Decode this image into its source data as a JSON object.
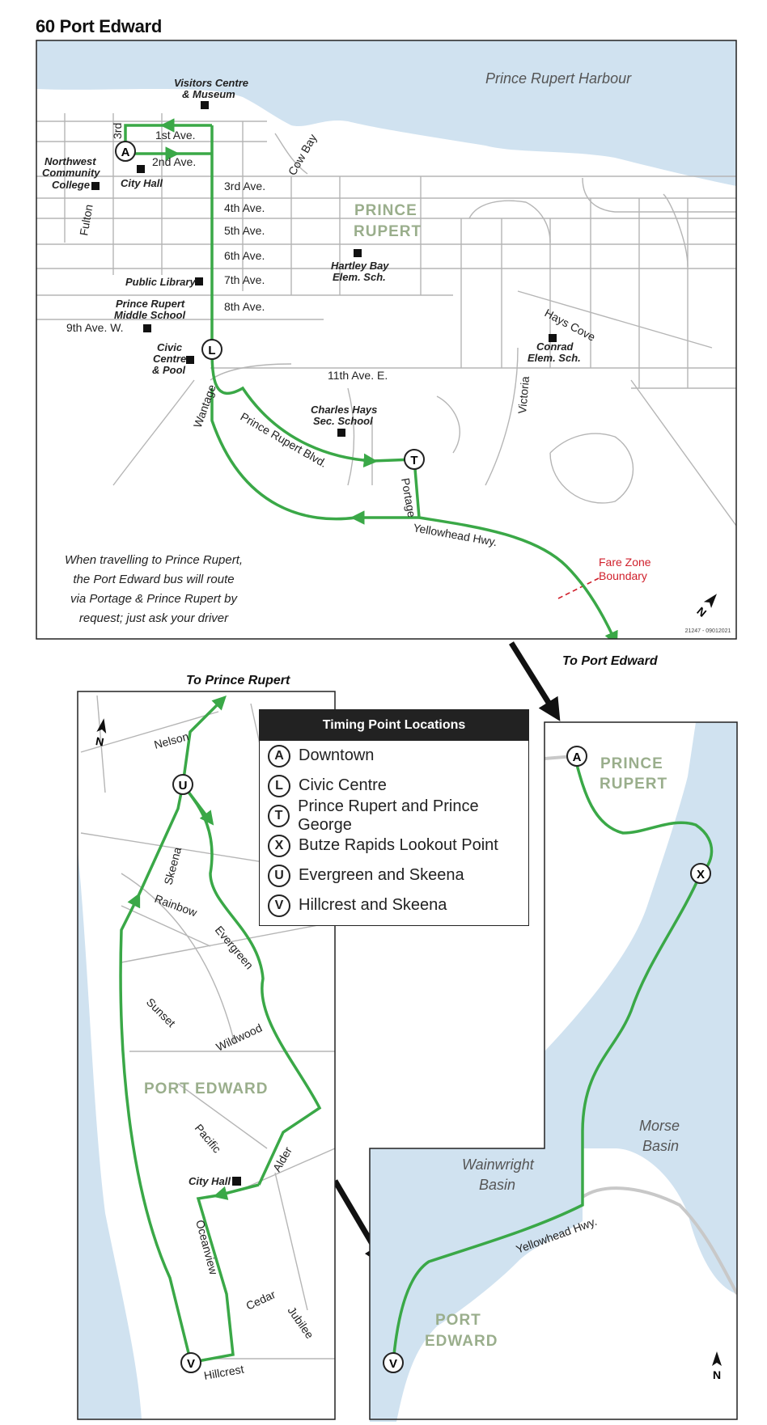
{
  "title": "60 Port Edward",
  "top_map": {
    "water_label": "Prince Rupert Harbour",
    "area_label_line1": "PRINCE",
    "area_label_line2": "RUPERT",
    "landmarks": {
      "visitors_centre_1": "Visitors Centre",
      "visitors_centre_2": "& Museum",
      "nw_college_1": "Northwest",
      "nw_college_2": "Community",
      "nw_college_3": "College",
      "city_hall": "City Hall",
      "public_library": "Public Library",
      "middle_school_1": "Prince Rupert",
      "middle_school_2": "Middle School",
      "civic_centre_1": "Civic",
      "civic_centre_2": "Centre",
      "civic_centre_3": "& Pool",
      "hartley_1": "Hartley Bay",
      "hartley_2": "Elem. Sch.",
      "conrad_1": "Conrad",
      "conrad_2": "Elem. Sch.",
      "charles_1": "Charles Hays",
      "charles_2": "Sec. School"
    },
    "streets": {
      "s1": "1st Ave.",
      "s2": "2nd  Ave.",
      "s3": "3rd Ave.",
      "s4": "4th Ave.",
      "s5": "5th Ave.",
      "s6": "6th Ave.",
      "s7": "7th Ave.",
      "s8": "8th Ave.",
      "s9": "9th Ave. W.",
      "s11": "11th Ave. E.",
      "third": "3rd",
      "fulton": "Fulton",
      "cow_bay": "Cow Bay",
      "hays_cove": "Hays Cove",
      "victoria": "Victoria",
      "wantage": "Wantage",
      "prince_rupert_blvd": "Prince Rupert Blvd.",
      "portage": "Portage",
      "yellowhead": "Yellowhead Hwy."
    },
    "note_line1": "When travelling to Prince Rupert,",
    "note_line2": "the Port Edward bus will route",
    "note_line3": "via Portage & Prince Rupert by",
    "note_line4": "request; just ask your driver",
    "fare_zone_1": "Fare Zone",
    "fare_zone_2": "Boundary",
    "map_code": "21247 - 09012021",
    "to_port_edward": "To Port Edward",
    "north": "N"
  },
  "left_map": {
    "to_prince_rupert": "To Prince Rupert",
    "area_label": "PORT EDWARD",
    "city_hall": "City Hall",
    "streets": {
      "nelson": "Nelson",
      "skeena": "Skeena",
      "rainbow": "Rainbow",
      "evergreen": "Evergreen",
      "sunset": "Sunset",
      "wildwood": "Wildwood",
      "pacific": "Pacific",
      "alder": "Alder",
      "oceanview": "Oceanview",
      "cedar": "Cedar",
      "jubilee": "Jubilee",
      "hillcrest": "Hillcrest"
    },
    "north": "N"
  },
  "right_map": {
    "pr_1": "PRINCE",
    "pr_2": "RUPERT",
    "pe_1": "PORT",
    "pe_2": "EDWARD",
    "morse_1": "Morse",
    "morse_2": "Basin",
    "wainwright_1": "Wainwright",
    "wainwright_2": "Basin",
    "yellowhead": "Yellowhead Hwy.",
    "north": "N"
  },
  "legend": {
    "heading": "Timing Point Locations",
    "items": [
      {
        "code": "A",
        "name": "Downtown"
      },
      {
        "code": "L",
        "name": "Civic Centre"
      },
      {
        "code": "T",
        "name": "Prince Rupert and Prince George"
      },
      {
        "code": "X",
        "name": "Butze Rapids Lookout Point"
      },
      {
        "code": "U",
        "name": "Evergreen and Skeena"
      },
      {
        "code": "V",
        "name": "Hillcrest and Skeena"
      }
    ]
  },
  "colors": {
    "route": "#3aa847",
    "water": "#d0e2f0",
    "area_label": "#9aae8c",
    "fare_zone": "#d0202c"
  }
}
